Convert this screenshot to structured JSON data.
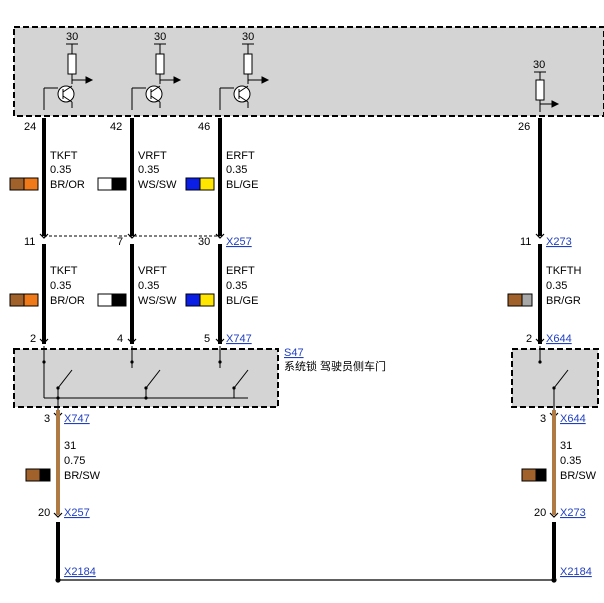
{
  "control_unit": {
    "supply_labels": [
      "30",
      "30",
      "30",
      "30"
    ],
    "pins": [
      "24",
      "42",
      "46",
      "26"
    ]
  },
  "upper_wires": [
    {
      "name": "TKFT",
      "gauge": "0.35",
      "color_code": "BR/OR",
      "colors": [
        "#a0622a",
        "#f07a1a"
      ]
    },
    {
      "name": "VRFT",
      "gauge": "0.35",
      "color_code": "WS/SW",
      "colors": [
        "#ffffff",
        "#000000"
      ]
    },
    {
      "name": "ERFT",
      "gauge": "0.35",
      "color_code": "BL/GE",
      "colors": [
        "#0a1ee6",
        "#ffe600"
      ]
    }
  ],
  "connector_x257": {
    "label": "X257",
    "pins": [
      "11",
      "7",
      "30"
    ]
  },
  "connector_x273_upper": {
    "label": "X273",
    "pin": "11"
  },
  "lower_wires": [
    {
      "name": "TKFT",
      "gauge": "0.35",
      "color_code": "BR/OR",
      "colors": [
        "#a0622a",
        "#f07a1a"
      ]
    },
    {
      "name": "VRFT",
      "gauge": "0.35",
      "color_code": "WS/SW",
      "colors": [
        "#ffffff",
        "#000000"
      ]
    },
    {
      "name": "ERFT",
      "gauge": "0.35",
      "color_code": "BL/GE",
      "colors": [
        "#0a1ee6",
        "#ffe600"
      ]
    }
  ],
  "wire_tkfth": {
    "name": "TKFTH",
    "gauge": "0.35",
    "color_code": "BR/GR",
    "colors": [
      "#a0622a",
      "#a8a8a8"
    ]
  },
  "connector_x747": {
    "label": "X747",
    "pins": [
      "2",
      "4",
      "5"
    ]
  },
  "connector_x644": {
    "label": "X644",
    "pin": "2"
  },
  "switch_s47": {
    "id": "S47",
    "description": "系统锁 驾驶员侧车门"
  },
  "x747_bottom": {
    "label": "X747",
    "pin": "3"
  },
  "x644_bottom": {
    "label": "X644",
    "pin": "3"
  },
  "ground_left": {
    "name": "31",
    "gauge": "0.75",
    "color_code": "BR/SW",
    "colors": [
      "#a0622a",
      "#000000"
    ]
  },
  "ground_right": {
    "name": "31",
    "gauge": "0.35",
    "color_code": "BR/SW",
    "colors": [
      "#a0622a",
      "#000000"
    ]
  },
  "x257_bottom": {
    "label": "X257",
    "pin": "20"
  },
  "x273_bottom": {
    "label": "X273",
    "pin": "20"
  },
  "splice": {
    "left": "X2184",
    "right": "X2184"
  }
}
